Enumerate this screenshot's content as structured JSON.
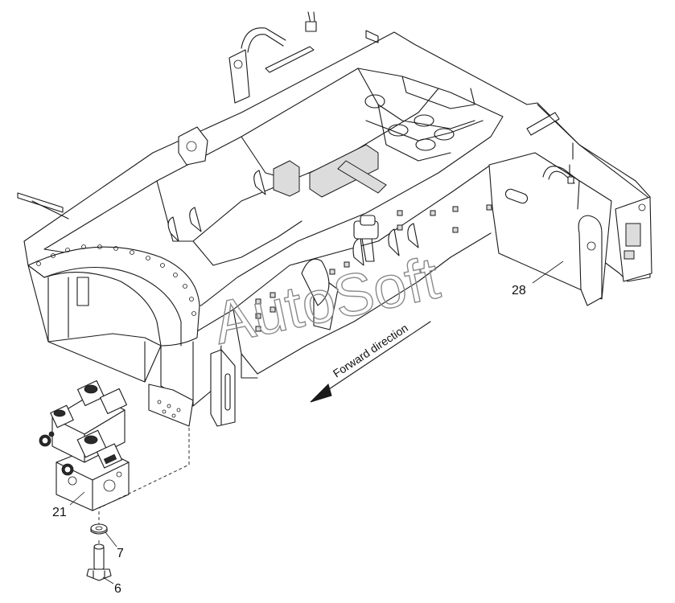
{
  "callouts": {
    "c28": "28",
    "c21": "21",
    "c7": "7",
    "c6": "6"
  },
  "direction_label": "Forward direction",
  "watermark": "AutoSoft",
  "colors": {
    "line": "#1a1a1a",
    "background": "#ffffff",
    "watermark": "#8a8a8a"
  }
}
